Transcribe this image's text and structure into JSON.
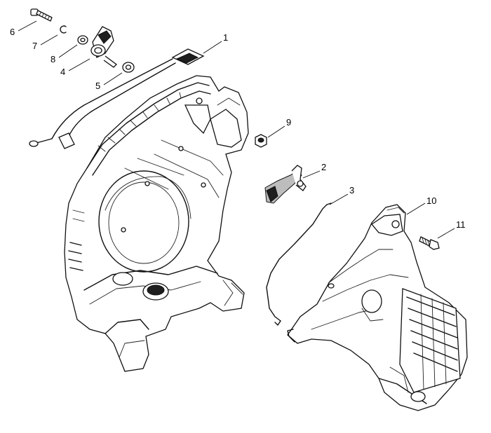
{
  "diagram": {
    "parts": [
      {
        "key": "p1",
        "label": "1",
        "icon": "ignition-wire-icon"
      },
      {
        "key": "p2",
        "label": "2",
        "icon": "throttle-trigger-icon"
      },
      {
        "key": "p3",
        "label": "3",
        "icon": "throttle-rod-icon"
      },
      {
        "key": "p4",
        "label": "4",
        "icon": "wire-clamp-icon"
      },
      {
        "key": "p5",
        "label": "5",
        "icon": "washer-icon"
      },
      {
        "key": "p6",
        "label": "6",
        "icon": "screw-icon"
      },
      {
        "key": "p7",
        "label": "7",
        "icon": "snap-ring-icon"
      },
      {
        "key": "p8",
        "label": "8",
        "icon": "washer-icon"
      },
      {
        "key": "p9",
        "label": "9",
        "icon": "nut-icon"
      },
      {
        "key": "p10",
        "label": "10",
        "icon": "engine-cover-icon"
      },
      {
        "key": "p11",
        "label": "11",
        "icon": "bolt-icon"
      }
    ]
  }
}
